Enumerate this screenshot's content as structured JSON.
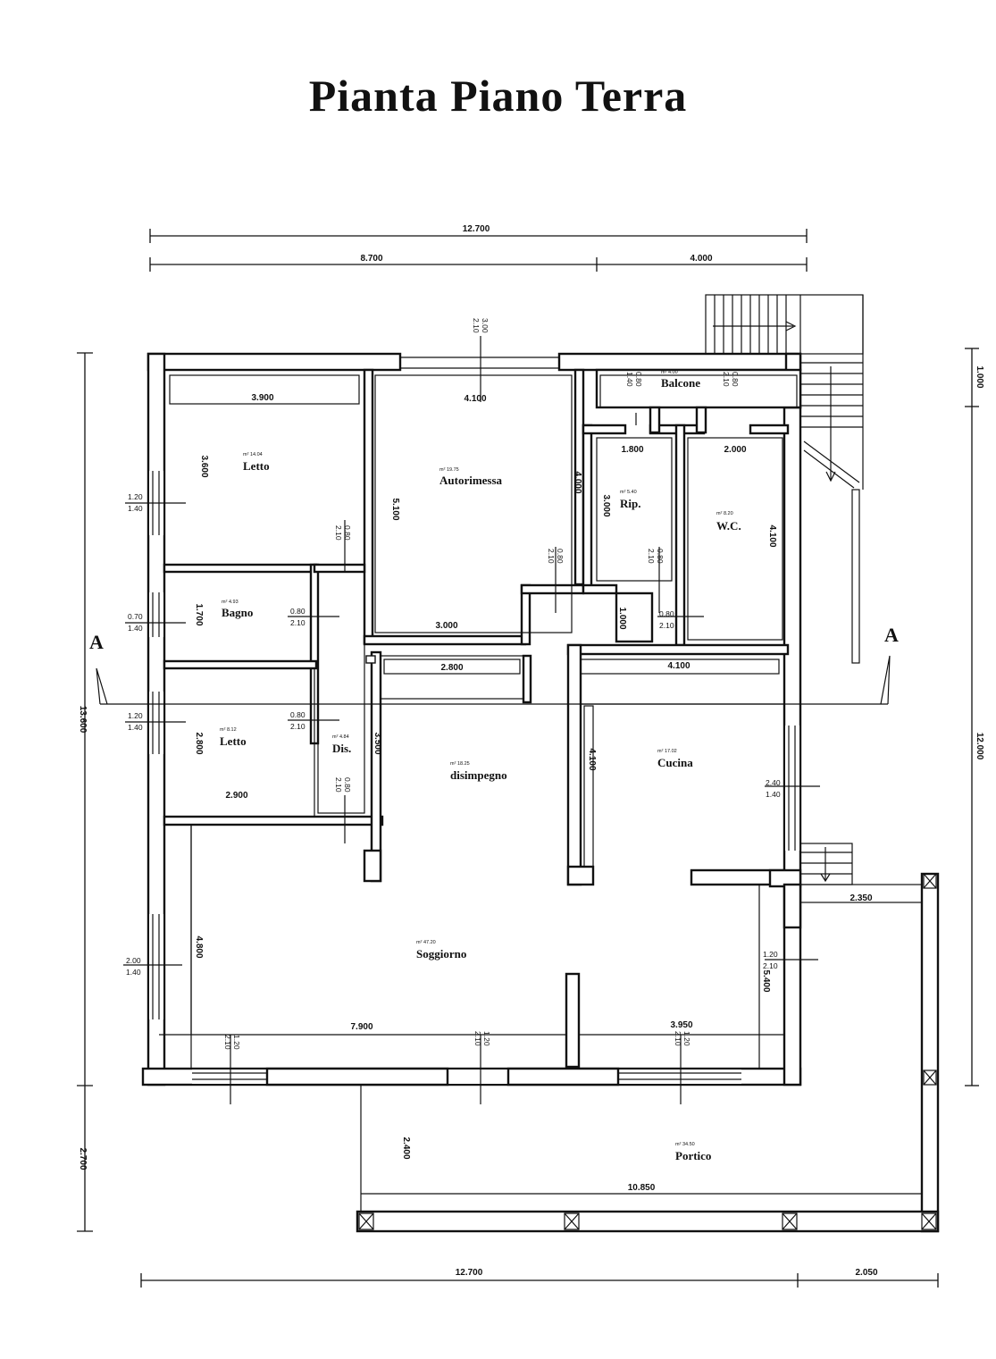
{
  "title": "Pianta Piano Terra",
  "dimensions": {
    "top_total": "12.700",
    "top_left": "8.700",
    "top_right": "4.000",
    "bottom_main": "12.700",
    "bottom_extra": "2.050",
    "left_total": "13.600",
    "left_bottom": "2.700",
    "right_total": "12.000",
    "right_top": "1.000"
  },
  "section": {
    "left": "A",
    "right": "A"
  },
  "rooms": {
    "letto1": {
      "name": "Letto",
      "area": "m² 14.04",
      "w": "3.900",
      "h": "3.600"
    },
    "autorimessa": {
      "name": "Autorimessa",
      "area": "m² 19.75",
      "w": "4.100",
      "h": "5.100",
      "h2": "4.000",
      "w2": "3.000",
      "w3": "2.800"
    },
    "balcone": {
      "name": "Balcone",
      "area": "m² 4.00"
    },
    "rip": {
      "name": "Rip.",
      "area": "m² 5.40",
      "w": "1.800",
      "h": "3.000"
    },
    "wc": {
      "name": "W.C.",
      "area": "m² 8.20",
      "w": "2.000",
      "h": "4.100",
      "h2": "1.000"
    },
    "bagno": {
      "name": "Bagno",
      "area": "m² 4.93",
      "h": "1.700"
    },
    "letto2": {
      "name": "Letto",
      "area": "m² 8.12",
      "w": "2.900",
      "h": "2.800"
    },
    "dis": {
      "name": "Dis.",
      "area": "m² 4.84",
      "h": "3.500"
    },
    "disimpegno": {
      "name": "disimpegno",
      "area": "m² 18.25"
    },
    "cucina": {
      "name": "Cucina",
      "area": "m² 17.02",
      "w": "4.100",
      "h": "4.100"
    },
    "soggiorno": {
      "name": "Soggiorno",
      "area": "m² 47.20",
      "w": "7.900",
      "w2": "3.950",
      "h": "4.800",
      "h2": "5.400"
    },
    "portico": {
      "name": "Portico",
      "area": "m² 34.50",
      "w": "10.850",
      "h": "2.400",
      "w2": "2.350"
    }
  },
  "openings": {
    "o1": [
      "1.20",
      "1.40"
    ],
    "o2": [
      "0.70",
      "1.40"
    ],
    "o3": [
      "1.20",
      "1.40"
    ],
    "o4": [
      "2.00",
      "1.40"
    ],
    "o5": [
      "2.40",
      "1.40"
    ],
    "o6": [
      "1.20",
      "2.10"
    ],
    "d1": [
      "0.80",
      "2.10"
    ],
    "d2": [
      "0.80",
      "2.10"
    ],
    "d3": [
      "0.80",
      "2.10"
    ],
    "d4": [
      "0.80",
      "2.10"
    ],
    "d5": [
      "0.80",
      "2.10"
    ],
    "d6": [
      "0.80",
      "2.10"
    ],
    "d7": [
      "0.80",
      "2.10"
    ],
    "g1": [
      "3.00",
      "2.10"
    ],
    "b1": [
      "0.80",
      "1.40"
    ],
    "b2": [
      "0.80",
      "2.10"
    ],
    "s1": [
      "1.20",
      "2.10"
    ],
    "s2": [
      "1.20",
      "2.10"
    ],
    "s3": [
      "1.20",
      "2.10"
    ]
  }
}
